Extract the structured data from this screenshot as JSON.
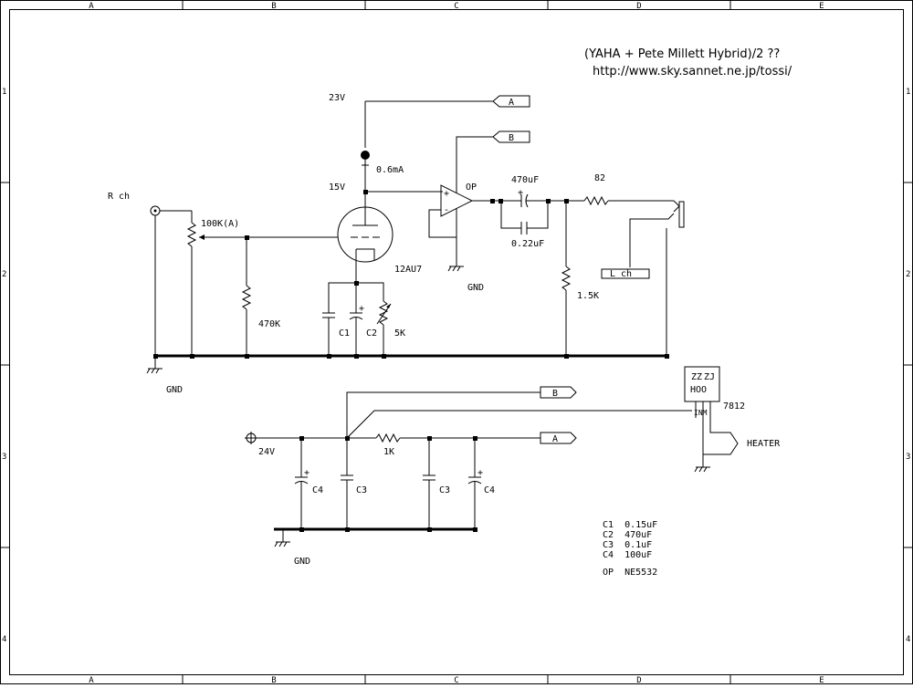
{
  "title": {
    "line1": "(YAHA + Pete Millett Hybrid)/2 ??",
    "line2": "http://www.sky.sannet.ne.jp/tossi/"
  },
  "frame": {
    "cols": [
      "A",
      "B",
      "C",
      "D",
      "E"
    ],
    "rows": [
      "1",
      "2",
      "3",
      "4"
    ]
  },
  "amp": {
    "supply_23v": "23V",
    "port_a": "A",
    "port_b": "B",
    "current": "0.6mA",
    "node_15v": "15V",
    "rch": "R ch",
    "pot": "100K(A)",
    "r_470k": "470K",
    "tube": "12AU7",
    "c1": "C1",
    "c2": "C2",
    "trim_5k": "5K",
    "op": "OP",
    "gnd_op": "GND",
    "cap_470uf": "470uF",
    "cap_022uf": "0.22uF",
    "r_82": "82",
    "r_15k": "1.5K",
    "lch": "L ch",
    "gnd_main": "GND"
  },
  "psu": {
    "port_b": "B",
    "port_a": "A",
    "v24": "24V",
    "r_1k": "1K",
    "c4_left": "C4",
    "c3_left": "C3",
    "c3_right": "C3",
    "c4_right": "C4",
    "gnd": "GND",
    "reg": "7812",
    "reg_face_1": "ZZ",
    "reg_face_2": "ZJ",
    "reg_face_3": "HOO",
    "reg_pins": "INM",
    "heater": "HEATER"
  },
  "parts": {
    "c1": "C1  0.15uF",
    "c2": "C2  470uF",
    "c3": "C3  0.1uF",
    "c4": "C4  100uF",
    "op": "OP  NE5532"
  }
}
